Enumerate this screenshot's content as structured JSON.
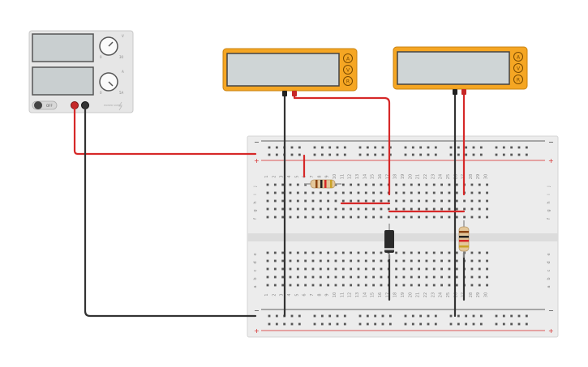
{
  "power_supply": {
    "switch_label": "OFF",
    "knob1_labels": [
      "0",
      "30"
    ],
    "knob2_labels": [
      "0",
      "5A"
    ],
    "knob1_tag": "V",
    "knob2_tag": "A",
    "brand": "POWER SUPPLY"
  },
  "multimeter_left": {
    "modes": [
      "A",
      "V",
      "R"
    ],
    "display_value": ""
  },
  "multimeter_right": {
    "modes": [
      "A",
      "V",
      "R"
    ],
    "display_value": ""
  },
  "breadboard": {
    "columns": [
      "1",
      "2",
      "3",
      "4",
      "5",
      "6",
      "7",
      "8",
      "9",
      "10",
      "11",
      "12",
      "13",
      "14",
      "15",
      "16",
      "17",
      "18",
      "19",
      "20",
      "21",
      "22",
      "23",
      "24",
      "25",
      "26",
      "27",
      "28",
      "29",
      "30"
    ],
    "rows_top": [
      "j",
      "i",
      "h",
      "g",
      "f"
    ],
    "rows_bottom": [
      "e",
      "d",
      "c",
      "b",
      "a"
    ],
    "rail_minus": "−",
    "rail_plus": "+"
  },
  "colors": {
    "wire_red": "#d62828",
    "wire_black": "#333333",
    "meter_orange": "#f5a623",
    "board_bg": "#ececec",
    "screen": "#cfd5d6"
  }
}
